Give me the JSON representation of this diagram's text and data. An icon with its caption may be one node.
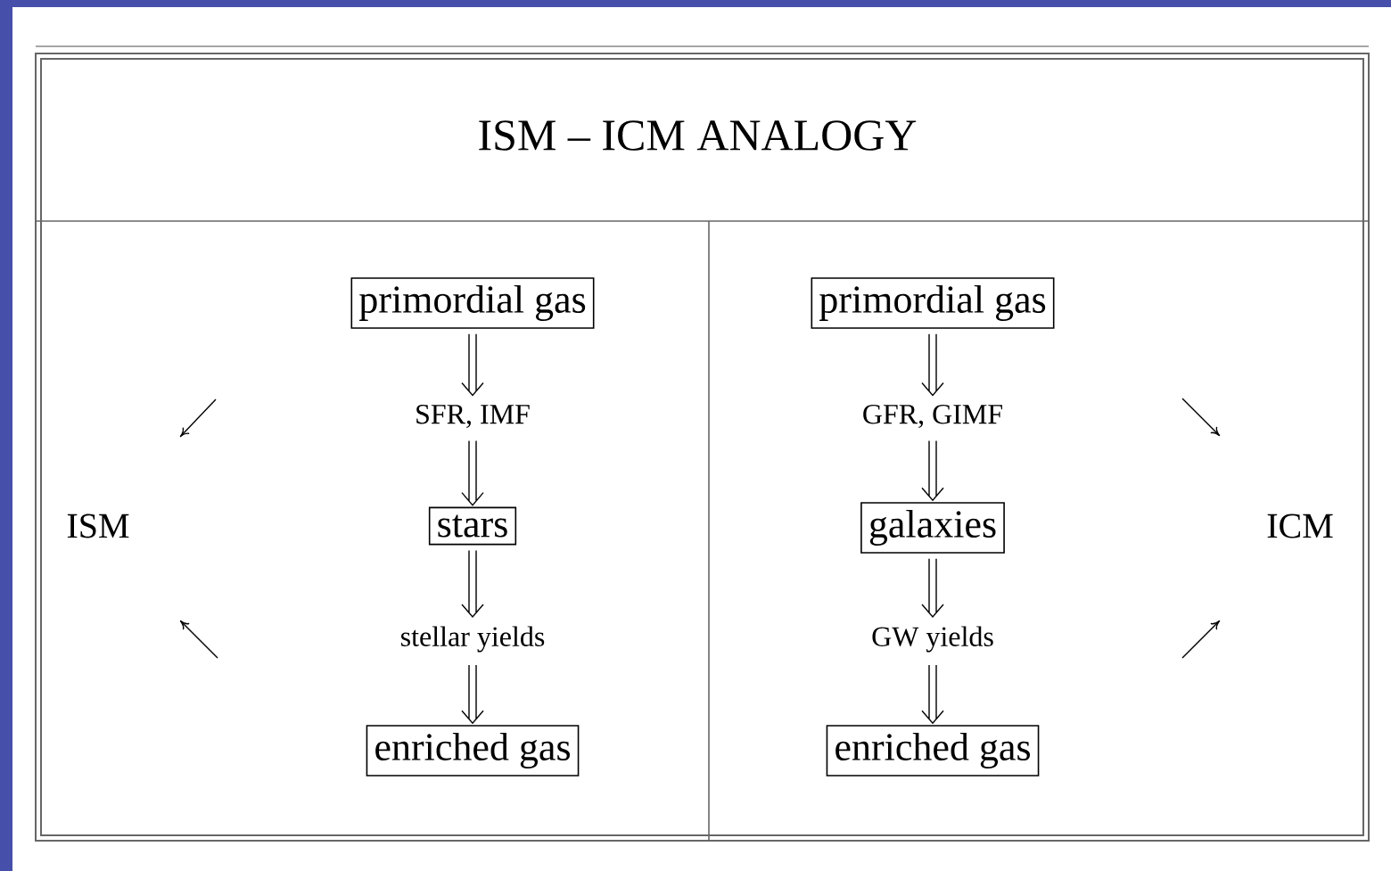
{
  "diagram": {
    "title": "ISM – ICM ANALOGY",
    "nodes": [
      {
        "text": [
          "primordial gas"
        ]
      },
      {
        "text": [
          "SFR, IMF"
        ]
      },
      {
        "text": [
          "stars"
        ]
      },
      {
        "text": [
          "stellar yields"
        ]
      },
      {
        "text": [
          "enriched gas"
        ]
      },
      {
        "text": [
          "primordial gas"
        ]
      },
      {
        "text": [
          "GFR, GIMF"
        ]
      },
      {
        "text": [
          "galaxies"
        ]
      },
      {
        "text": [
          "GW yields"
        ]
      },
      {
        "text": [
          "enriched gas"
        ]
      }
    ],
    "edges": [
      {
        "from": 0,
        "to": 1,
        "arrow": "to"
      },
      {
        "from": 1,
        "to": 2,
        "arrow": "to"
      },
      {
        "from": 2,
        "to": 3,
        "arrow": "to"
      },
      {
        "from": 3,
        "to": 4,
        "arrow": "to"
      },
      {
        "from": 5,
        "to": 6,
        "arrow": "to"
      },
      {
        "from": 6,
        "to": 7,
        "arrow": "to"
      },
      {
        "from": 7,
        "to": 8,
        "arrow": "to"
      },
      {
        "from": 8,
        "to": 9,
        "arrow": "to"
      }
    ],
    "labels": [
      "ISM",
      "ICM"
    ]
  }
}
